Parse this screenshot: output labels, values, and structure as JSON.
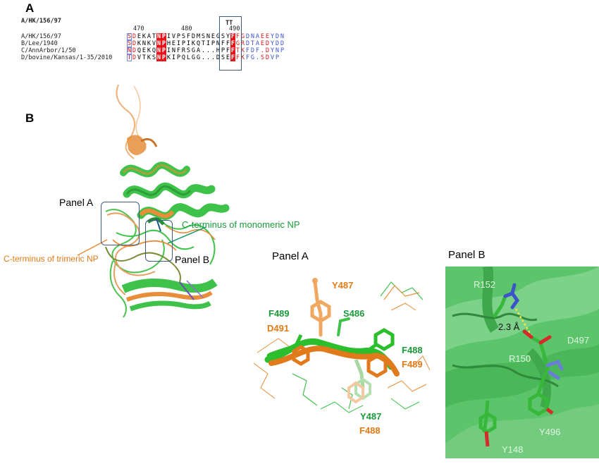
{
  "panelA": {
    "letter": "A",
    "title_seq": "A/HK/156/97",
    "ss_label": "TT",
    "numbers": [
      "470",
      "480",
      "490"
    ],
    "sequences": [
      {
        "name": "A/HK/156/97",
        "seq": "SDEKATNPIVPSFDMSNEGSYFFGDNAEEYDN"
      },
      {
        "name": "B/Lee/1940",
        "seq": "SDKNKVNPHEIPIKQTIPNFFFGRDTAEDYDD"
      },
      {
        "name": "C/AnnArbor/1/50",
        "seq": "NDQEKQNPINFRSGA...HPFFTKFDF.DYNP"
      },
      {
        "name": "D/bovine/Kansas/1-35/2010",
        "seq": "TDVTKSNPKIPQLGG...DSEFFKFG.SDVP"
      }
    ]
  },
  "panelB": {
    "letter": "B",
    "panel_a_label": "Panel A",
    "panel_b_label": "Panel B",
    "c_term_mono": "C-terminus of monomeric NP",
    "c_term_tri": "C-terminus of trimeric NP"
  },
  "inset_a": {
    "title": "Panel A",
    "labels": {
      "y487_orange": "Y487",
      "f489_green": "F489",
      "s486_green": "S486",
      "d491_orange": "D491",
      "f488_green": "F488",
      "f489_orange": "F489",
      "y487_green": "Y487",
      "f488_orange": "F488"
    }
  },
  "inset_b": {
    "title": "Panel B",
    "labels": {
      "r152": "R152",
      "distance": "2.3 Å",
      "d497": "D497",
      "r150": "R150",
      "y496": "Y496",
      "y148": "Y148"
    }
  },
  "colors": {
    "green": "#1a9a3a",
    "orange": "#e27a15",
    "box_blue": "#3d5a80",
    "alignment_red": "#e5141a"
  }
}
